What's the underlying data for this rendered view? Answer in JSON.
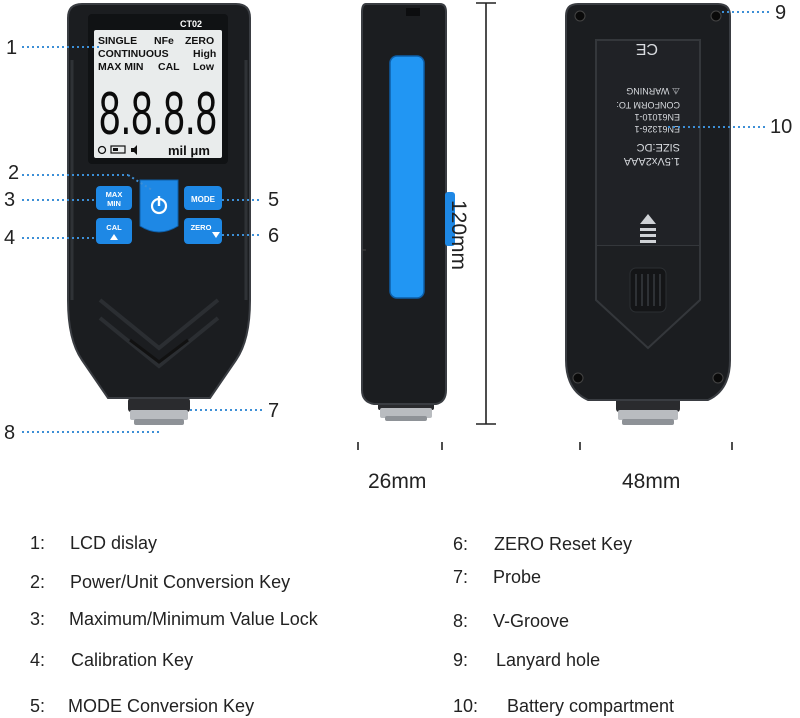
{
  "device": {
    "model": "CT02",
    "lcd": {
      "row1": [
        "SINGLE",
        "NFe",
        "ZERO"
      ],
      "row2": [
        "CONTINUOUS",
        "High"
      ],
      "row3": [
        "MAX MIN",
        "CAL",
        "Low"
      ],
      "digits": "8.8.8.8",
      "units": "mil μm"
    },
    "keys": {
      "maxmin_label_top": "MAX",
      "maxmin_label_bottom": "MIN",
      "mode_label": "MODE",
      "cal_label": "CAL",
      "zero_label": "ZERO"
    },
    "back_label": {
      "warning": "⚠ WARNING",
      "conform": "CONFORM TO:",
      "std1": "EN61010-1",
      "std2": "EN61326-1",
      "size": "SIZE:DC",
      "battery": "1.5Vx2AAA"
    }
  },
  "callouts": {
    "c1": "1",
    "c2": "2",
    "c3": "3",
    "c4": "4",
    "c5": "5",
    "c6": "6",
    "c7": "7",
    "c8": "8",
    "c9": "9",
    "c10": "10"
  },
  "dimensions": {
    "height": "120mm",
    "depth": "26mm",
    "width": "48mm"
  },
  "legend": [
    {
      "num": "1:",
      "text": "LCD dislay"
    },
    {
      "num": "2:",
      "text": "Power/Unit Conversion Key"
    },
    {
      "num": "3:",
      "text": "Maximum/Minimum Value Lock"
    },
    {
      "num": "4:",
      "text": "Calibration Key"
    },
    {
      "num": "5:",
      "text": "MODE Conversion Key"
    },
    {
      "num": "6:",
      "text": "ZERO Reset Key"
    },
    {
      "num": "7:",
      "text": "Probe"
    },
    {
      "num": "8:",
      "text": "V-Groove"
    },
    {
      "num": "9:",
      "text": "Lanyard hole"
    },
    {
      "num": "10:",
      "text": "Battery compartment"
    }
  ],
  "colors": {
    "body": "#1b1d20",
    "body_edge": "#3a3d42",
    "accent_blue": "#1e88e5",
    "lcd_bg": "#e9ecec",
    "dotted": "#3d8fd6"
  }
}
